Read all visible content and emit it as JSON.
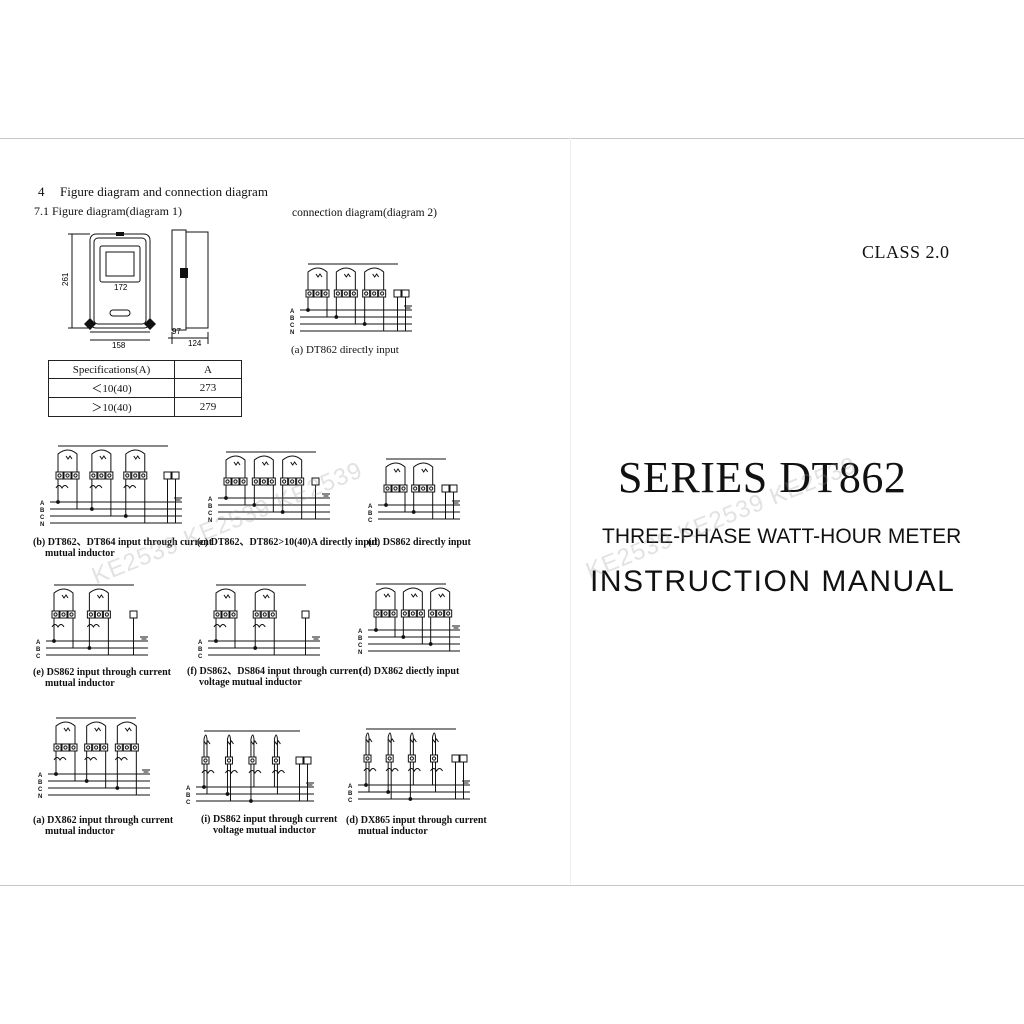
{
  "page": {
    "section_number": "4",
    "section_title": "Figure diagram and connection diagram",
    "subsection": "7.1  Figure diagram(diagram 1)",
    "connection_caption": "connection diagram(diagram 2)",
    "class_label": "CLASS 2.0",
    "series_title": "SERIES DT862",
    "subtitle": "THREE-PHASE WATT-HOUR METER",
    "manual_title": "INSTRUCTION  MANUAL",
    "watermark": "KE2539",
    "watermark2": "KE2539 KE2539 KE2539",
    "watermark3": "KE2539 KE2539 KE2539"
  },
  "dimensions": {
    "width": "158",
    "height": "261",
    "inner": "172",
    "depth": "97",
    "depth_total": "124"
  },
  "spec_table": {
    "headers": [
      "Specifications(A)",
      "A"
    ],
    "rows": [
      [
        "＜10(40)",
        "273"
      ],
      [
        "＞10(40)",
        "279"
      ]
    ]
  },
  "phase_labels": [
    "A",
    "B",
    "C",
    "N"
  ],
  "figures": {
    "a_top": {
      "line1": "(a) DT862 directly input"
    },
    "b": {
      "line1": "(b) DT862、DT864 input through current",
      "line2": "mutual inductor"
    },
    "c": {
      "line1": "(c) DT862、DT862>10(40)A directly input"
    },
    "d": {
      "line1": "(d) DS862   directly input"
    },
    "e": {
      "line1": "(e) DS862 input through current",
      "line2": "mutual inductor"
    },
    "f": {
      "line1": "(f) DS862、DS864 input through current",
      "line2": "voltage mutual inductor"
    },
    "g": {
      "line1": "(d) DX862  diectly input"
    },
    "h": {
      "line1": "(a) DX862  input through current",
      "line2": "mutual inductor"
    },
    "i": {
      "line1": "(i) DS862 input through current",
      "line2": "voltage mutual inductor"
    },
    "j": {
      "line1": "(d) DX865 input through current",
      "line2": "mutual inductor"
    }
  }
}
